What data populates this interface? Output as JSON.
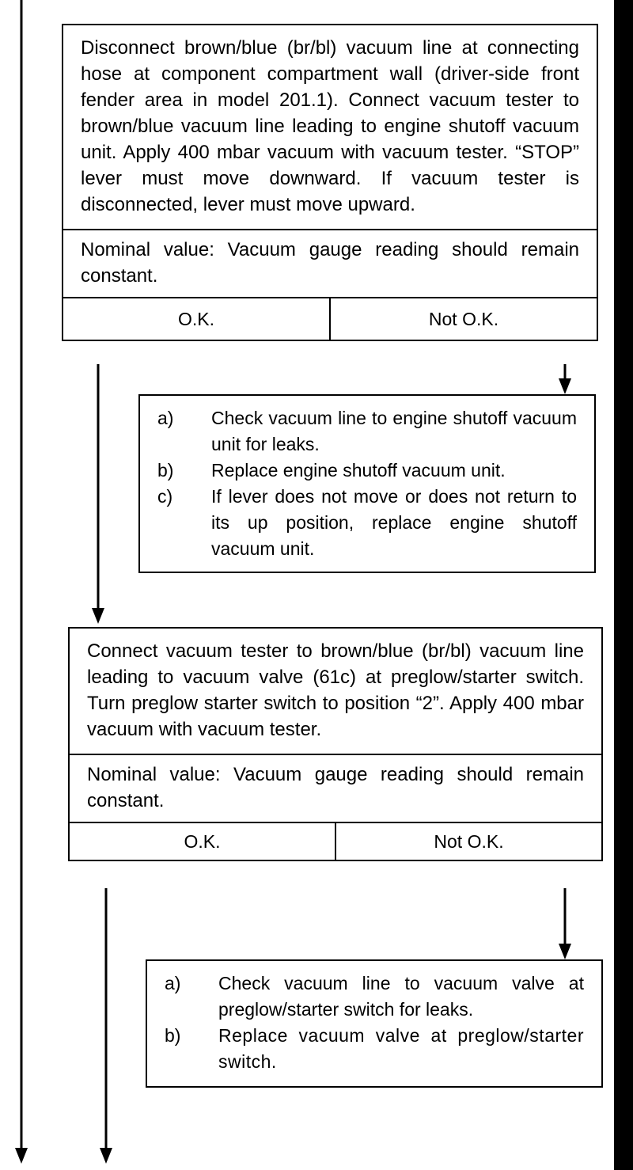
{
  "step1": {
    "instruction": "Disconnect brown/blue (br/bl) vacuum line at connecting hose at component compartment wall (driver-side front fender area in model 201.1). Connect vacuum tester to brown/blue vacuum line leading to engine shutoff vacuum unit. Apply 400 mbar vacuum with vacuum tester. “STOP” lever must move downward. If vacuum tester is disconnected, lever must move upward.",
    "nominal": "Nominal value: Vacuum gauge reading should remain constant.",
    "ok_label": "O.K.",
    "not_ok_label": "Not O.K."
  },
  "remedy1": {
    "items": [
      {
        "label": "a)",
        "text": "Check vacuum line to engine shutoff vacuum unit for leaks."
      },
      {
        "label": "b)",
        "text": "Replace engine shutoff vacuum unit."
      },
      {
        "label": "c)",
        "text": "If lever does not move or does not return to its up position, replace engine shutoff vacuum unit."
      }
    ]
  },
  "step2": {
    "instruction": "Connect vacuum tester to brown/blue (br/bl) vacuum line leading to vacuum valve (61c) at preglow/starter switch. Turn preglow starter switch to position “2”. Apply 400 mbar vacuum with vacuum tester.",
    "nominal": "Nominal value: Vacuum gauge reading should remain constant.",
    "ok_label": "O.K.",
    "not_ok_label": "Not O.K."
  },
  "remedy2": {
    "items": [
      {
        "label": "a)",
        "text": "Check vacuum line to vacuum valve at preglow/starter switch for leaks."
      },
      {
        "label": "b)",
        "text": "Replace vacuum valve at preglow/starter switch."
      }
    ]
  }
}
